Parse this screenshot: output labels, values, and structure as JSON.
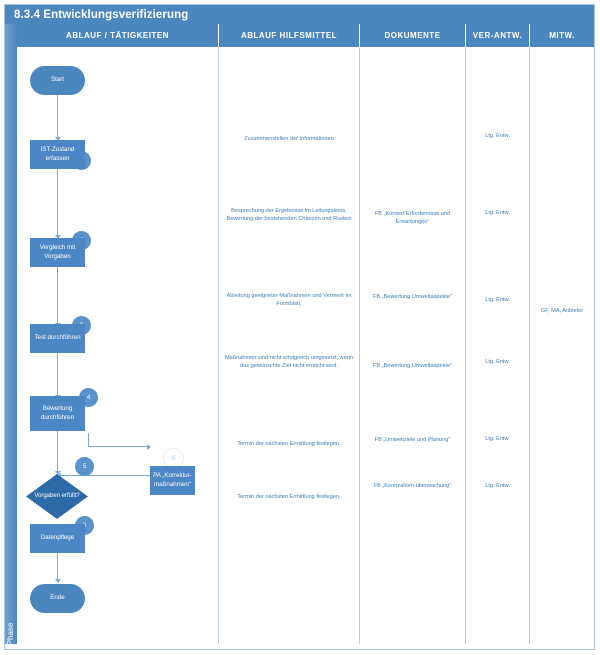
{
  "document": {
    "title": "8.3.4 Entwicklungsverifizierung",
    "phase_label": "Phase"
  },
  "colors": {
    "header_blue": "#4b86bf",
    "shape_blue": "#4c86c4",
    "decision_blue": "#2d6aa8",
    "badge_blue": "#5a93cc",
    "connector_blue": "#7ba9d2",
    "note_text": "#3f7cb4",
    "border": "#b9d0e5"
  },
  "columns": [
    {
      "key": "ablauf",
      "label": "ABLAUF / TÄTIGKEITEN"
    },
    {
      "key": "hilfs",
      "label": "ABLAUF HILFSMITTEL"
    },
    {
      "key": "dok",
      "label": "DOKUMENTE"
    },
    {
      "key": "ver",
      "label": "VER-ANTW."
    },
    {
      "key": "mitw",
      "label": "MITW."
    }
  ],
  "flow": {
    "start": {
      "label": "Start",
      "type": "terminator"
    },
    "end": {
      "label": "Ende",
      "type": "terminator"
    },
    "steps": [
      {
        "number": "1",
        "label": "IST-Zustand erfassen",
        "type": "process"
      },
      {
        "number": "2",
        "label": "Vergleich mit Vorgaben",
        "type": "process"
      },
      {
        "number": "3",
        "label": "Test durchführen",
        "type": "process"
      },
      {
        "number": "4",
        "label": "Bewertung durchführen",
        "type": "process"
      },
      {
        "number": "5",
        "label": "Vorgaben erfüllt?",
        "type": "decision"
      },
      {
        "number": "6",
        "label": "Datenpflege",
        "type": "process"
      }
    ],
    "side": {
      "number": "6",
      "label": "PA „Korrektur-maßnahmen\"",
      "type": "process"
    }
  },
  "hilfsmittel": [
    "Zusammenstellen der Informationen",
    "Besprechung der Ergebnisse im Leitungskreis, Bewertung der bestehenden Chancen und Risiken",
    "Ableitung geeigneter Maßnahmen und Vermerk im Formblatt.",
    "Maßnahmen sind nicht erfolgreich umgesetzt, wenn das gewünschte Ziel nicht erreicht wird.",
    "Termin der nächsten Ermittlung festlegen.",
    "Termin der nächsten Ermittlung festlegen."
  ],
  "dokumente": [
    "FB „Kontext Erfordernisse und Erwartungen\"",
    "FB „Bewertung Umweltaspekte\"",
    "FB „Bewertung Umweltaspekte\"",
    "FB „Umweltziele und Planung\"",
    "FB „Kennzahlen-überwachung\""
  ],
  "verantwortlich": [
    "Ltg. Entw.",
    "Ltg. Entw.",
    "Ltg. Entw.",
    "Ltg. Entw.",
    "Ltg. Entw.",
    "Ltg. Entw."
  ],
  "mitwirkend": [
    "GF, MA, Anbieter"
  ]
}
